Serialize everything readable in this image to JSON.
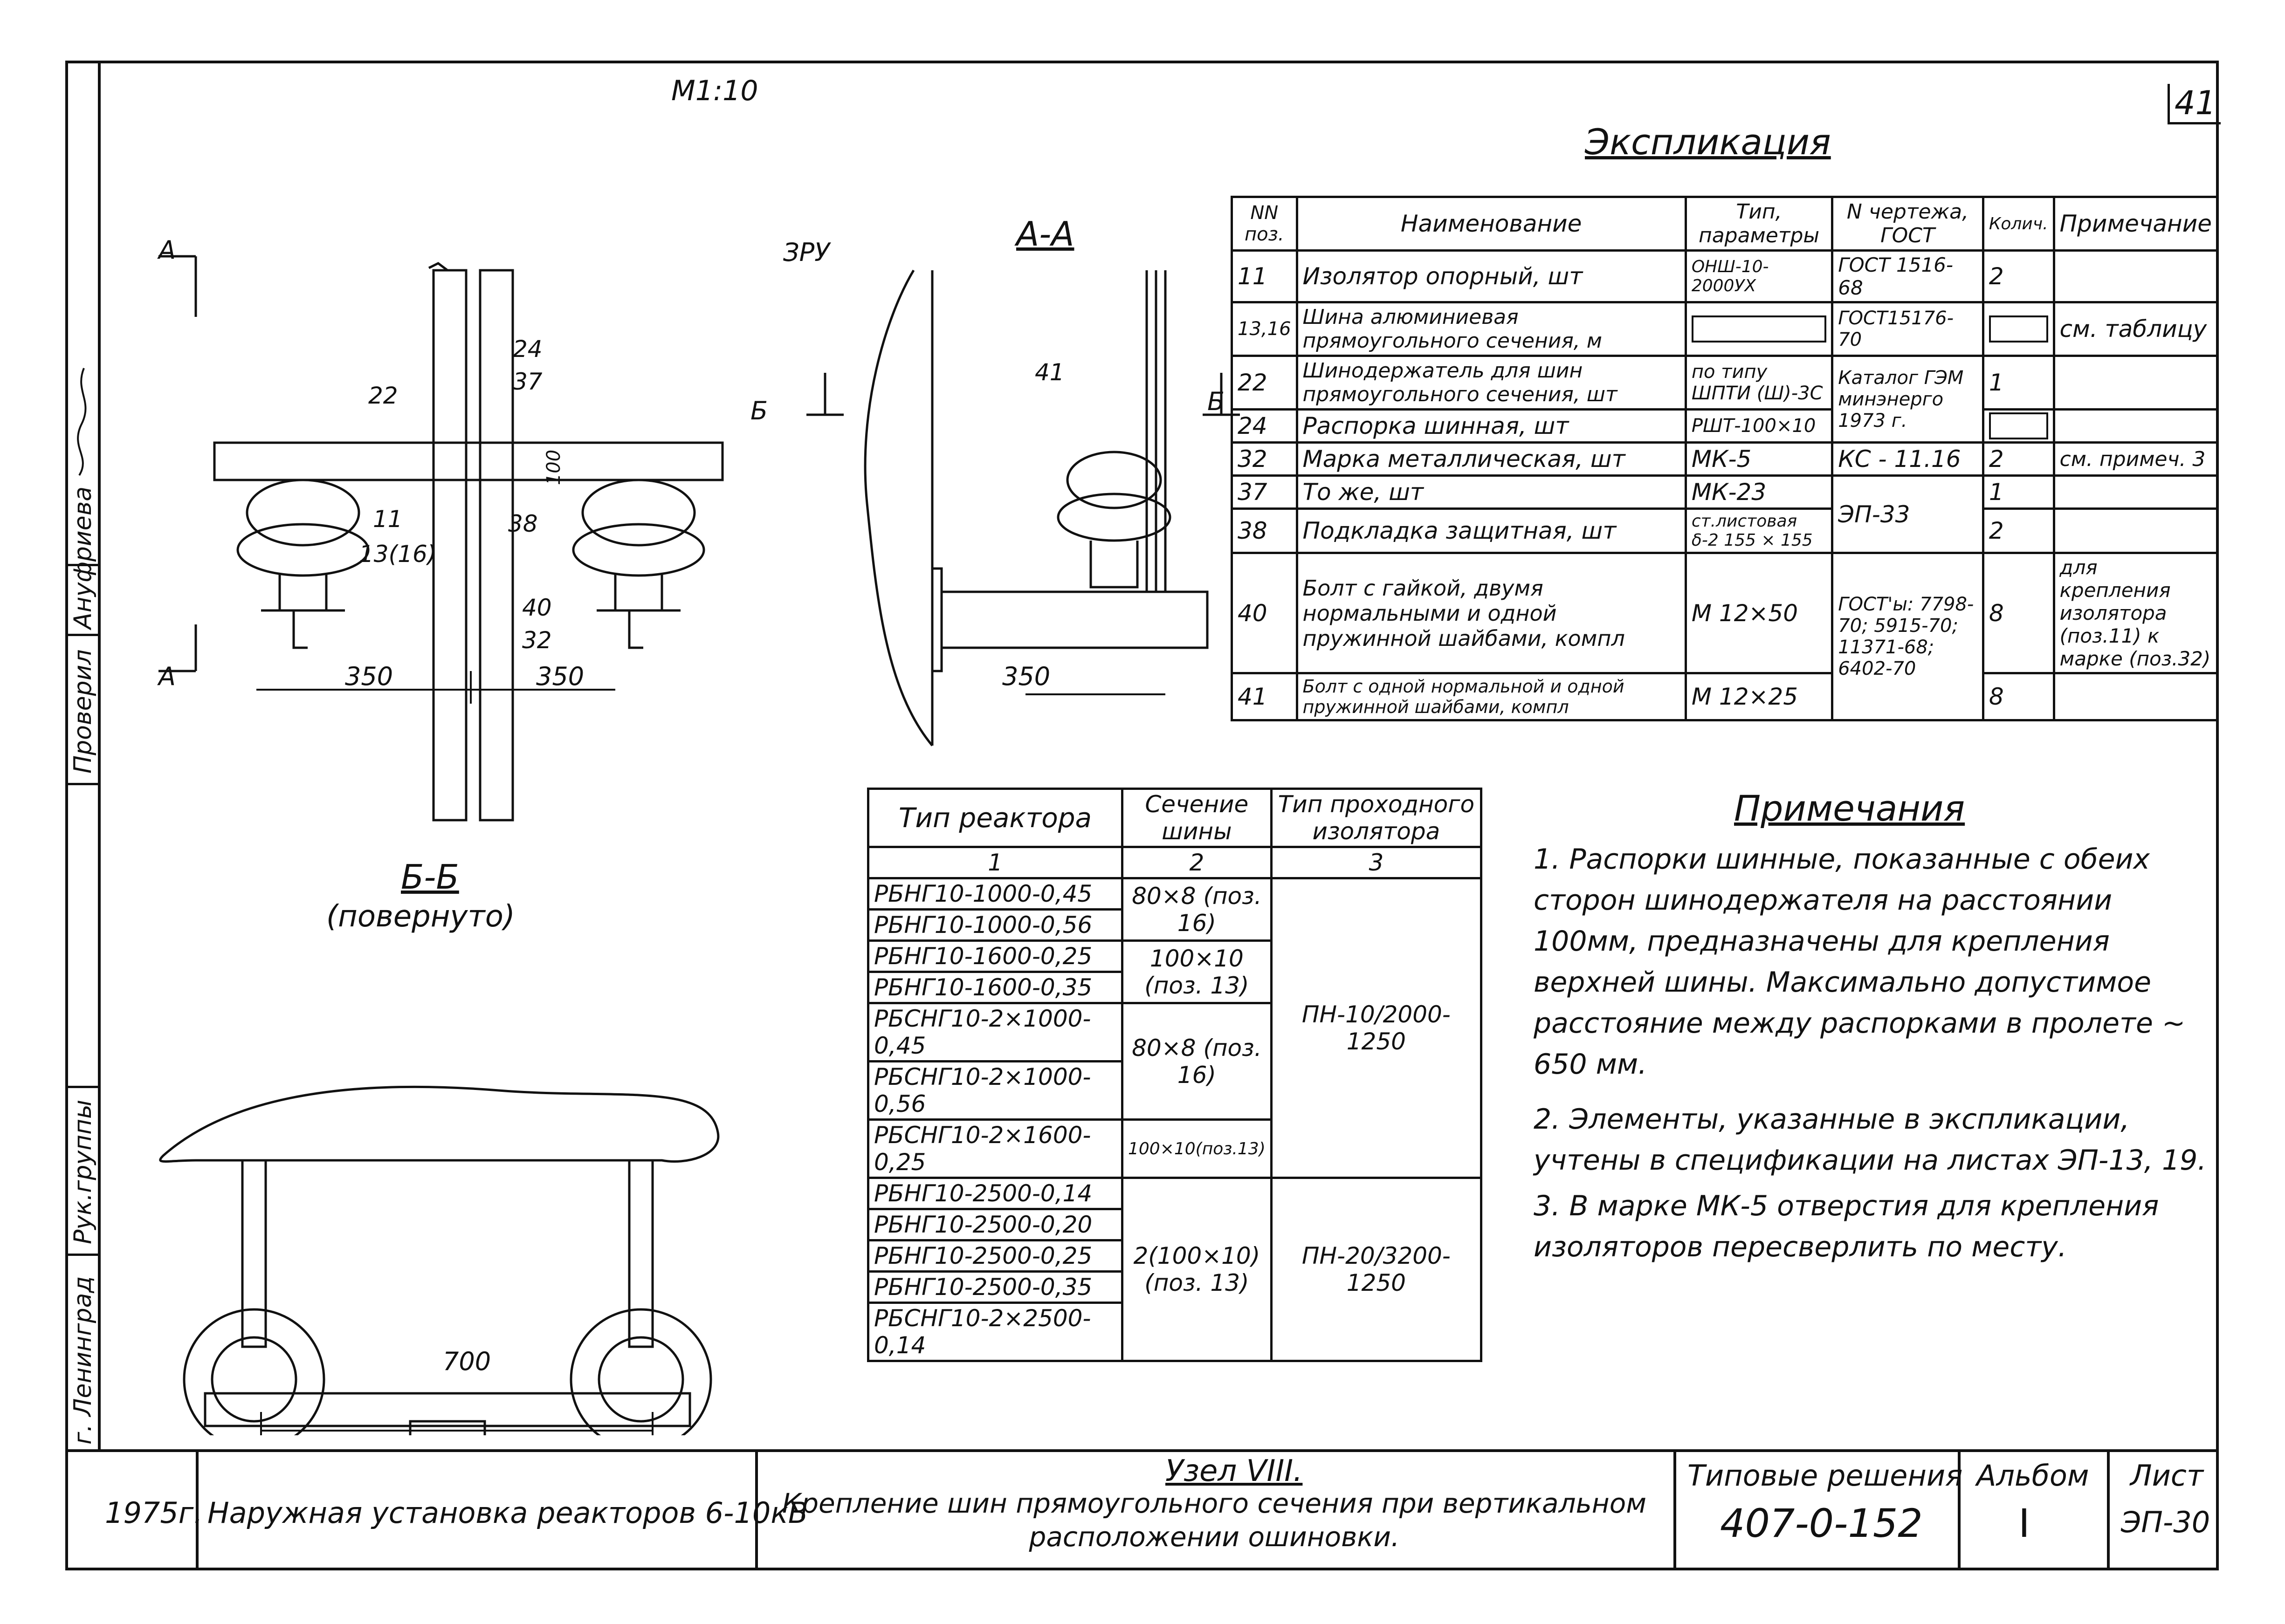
{
  "sheet": {
    "corner_number": "41",
    "scale": "M1:10"
  },
  "side_stamp": {
    "checked": "Проверил",
    "name_checked": "Ануфриева",
    "group_head": "Рук.группы",
    "city": "г. Ленинград"
  },
  "drawing": {
    "section_aa": "А-А",
    "section_bb": "Б-Б",
    "rotated": "(повернуто)",
    "label_a": "А",
    "label_b": "Б",
    "label_zru": "ЗРУ",
    "positions": [
      "22",
      "24",
      "37",
      "11",
      "13(16)",
      "38",
      "40",
      "32",
      "41"
    ],
    "dim_100": "100",
    "dim_350": "350",
    "dim_700": "700"
  },
  "explication": {
    "title": "Экспликация",
    "headers": [
      "NN поз.",
      "Наименование",
      "Тип, параметры",
      "N чертежа, ГОСТ",
      "Колич.",
      "Примечание"
    ],
    "rows": [
      [
        "11",
        "Изолятор опорный,   шт",
        "ОНШ-10-2000УХ",
        "ГОСТ 1516-68",
        "2",
        ""
      ],
      [
        "13,16",
        "Шина алюминиевая прямоугольного сечения,   м",
        "",
        "ГОСТ15176-70",
        "",
        "см. таблицу"
      ],
      [
        "22",
        "Шинодержатель для шин прямоугольного сечения,   шт",
        "по типу ШПТИ (Ш)-3С",
        "Каталог ГЭМ минэнерго 1973 г.",
        "1",
        ""
      ],
      [
        "24",
        "Распорка шинная,   шт",
        "РШТ-100×10",
        "",
        "",
        ""
      ],
      [
        "32",
        "Марка металлическая,   шт",
        "МК-5",
        "КС - 11.16",
        "2",
        "см. примеч. 3"
      ],
      [
        "37",
        "То же,   шт",
        "МК-23",
        "ЭП-33",
        "1",
        ""
      ],
      [
        "38",
        "Подкладка защитная,   шт",
        "ст.листовая δ-2 155 × 155",
        "",
        "2",
        ""
      ],
      [
        "40",
        "Болт с гайкой, двумя нормальными и одной пружинной шайбами,   компл",
        "М 12×50",
        "ГОСТ'ы: 7798-70; 5915-70; 11371-68; 6402-70",
        "8",
        "для крепления изолятора (поз.11) к марке (поз.32)"
      ],
      [
        "41",
        "Болт с одной нормальной и одной пружинной шайбами, компл",
        "М 12×25",
        "",
        "8",
        ""
      ]
    ]
  },
  "reactor_table": {
    "headers": [
      "Тип реактора",
      "Сечение шины",
      "Тип проходного изолятора"
    ],
    "col_numbers": [
      "1",
      "2",
      "3"
    ],
    "reactors": [
      "РБНГ10-1000-0,45",
      "РБНГ10-1000-0,56",
      "РБНГ10-1600-0,25",
      "РБНГ10-1600-0,35",
      "РБСНГ10-2×1000-0,45",
      "РБСНГ10-2×1000-0,56",
      "РБСНГ10-2×1600-0,25",
      "РБНГ10-2500-0,14",
      "РБНГ10-2500-0,20",
      "РБНГ10-2500-0,25",
      "РБНГ10-2500-0,35",
      "РБСНГ10-2×2500-0,14"
    ],
    "sections": [
      "80×8 (поз. 16)",
      "100×10 (поз. 13)",
      "80×8 (поз. 16)",
      "100×10(поз.13)",
      "2(100×10) (поз. 13)"
    ],
    "insulators": [
      "ПН-10/2000-1250",
      "ПН-20/3200-1250"
    ]
  },
  "notes": {
    "title": "Примечания",
    "items": [
      "1. Распорки шинные, показанные с обеих сторон шинодержателя на расстоянии 100мм, предназначены для крепления верхней шины. Максимально допустимое расстояние между распорками в пролете ~ 650 мм.",
      "2. Элементы, указанные в экспликации, учтены в спецификации на листах ЭП-13, 19.",
      "3. В марке МК-5 отверстия для крепления изоляторов пересверлить по месту."
    ]
  },
  "title_block": {
    "year": "1975г.",
    "project": "Наружная установка реакторов 6-10кВ",
    "node": "Узел VIII.",
    "description": "Крепление шин прямоугольного сечения при вертикальном расположении ошиновки.",
    "typical_label": "Типовые решения",
    "typical_number": "407-0-152",
    "album_label": "Альбом",
    "album_value": "I",
    "sheet_label": "Лист",
    "sheet_value": "ЭП-30"
  }
}
